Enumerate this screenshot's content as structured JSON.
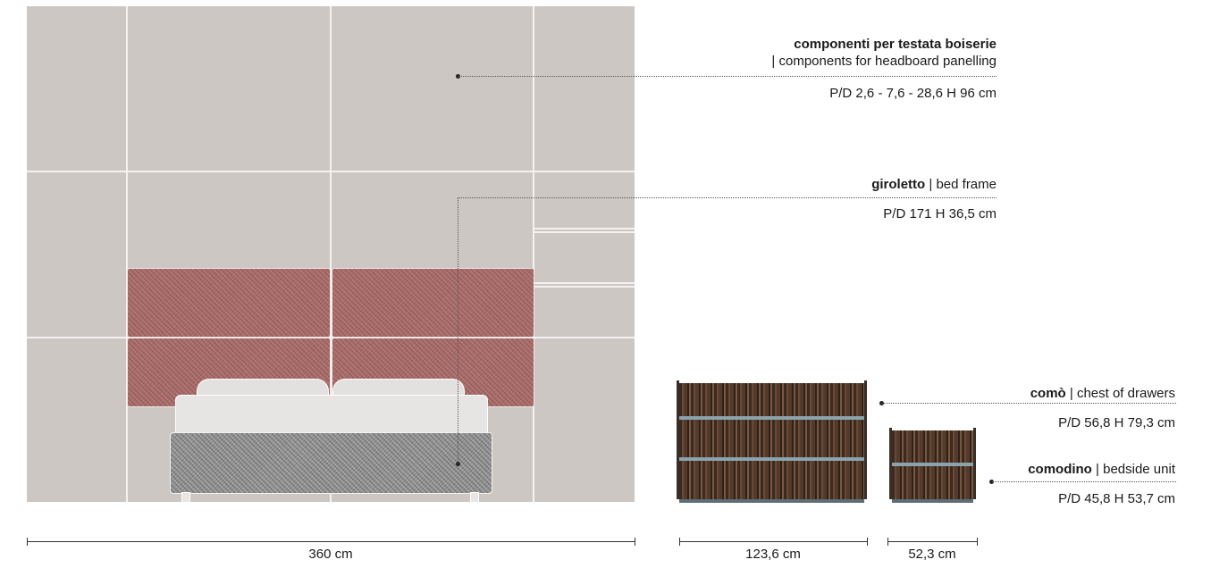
{
  "labels": {
    "headboard": {
      "bold": "componenti per testata boiserie",
      "translation": "| components for headboard panelling",
      "measure": "P/D 2,6 - 7,6 - 28,6 H 96 cm"
    },
    "bed_frame": {
      "bold": "giroletto",
      "translation": "| bed frame",
      "measure": "P/D 171 H 36,5 cm"
    },
    "chest": {
      "bold": "comò",
      "translation": "| chest of drawers",
      "measure": "P/D 56,8 H 79,3 cm"
    },
    "bedside": {
      "bold": "comodino",
      "translation": "| bedside unit",
      "measure": "P/D 45,8 H 53,7 cm"
    }
  },
  "dimensions": {
    "wall_width": "360 cm",
    "chest_width": "123,6 cm",
    "bedside_width": "52,3 cm"
  },
  "colors": {
    "wall": "#cdc7c4",
    "headboard_fabric": "#a86663",
    "frame_fabric": "#8c8c8c",
    "wood": "#4a3426"
  }
}
